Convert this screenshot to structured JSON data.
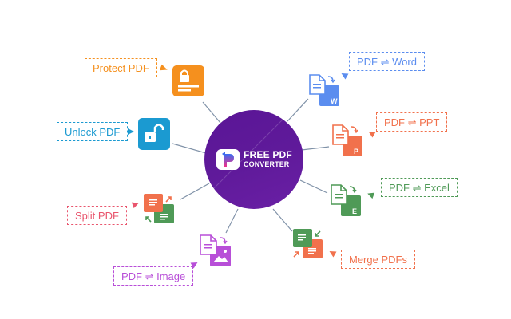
{
  "center": {
    "title_line1": "FREE PDF",
    "title_line2": "CONVERTER",
    "logo_letter": "P",
    "color": "#5b1797"
  },
  "tools": [
    {
      "id": "protect-pdf",
      "label": "Protect PDF",
      "color": "#f5901e",
      "icon": "lock-icon"
    },
    {
      "id": "unlock-pdf",
      "label": "Unlock PDF",
      "color": "#1b9ad1",
      "icon": "unlock-icon"
    },
    {
      "id": "split-pdf",
      "label": "Split PDF",
      "color": "#e9556d",
      "icon": "split-icon"
    },
    {
      "id": "pdf-image",
      "label": "PDF ⇌ Image",
      "color": "#b84fd8",
      "icon": "image-icon"
    },
    {
      "id": "pdf-word",
      "label": "PDF ⇌ Word",
      "color": "#5b8def",
      "icon": "word-icon",
      "badge": "W"
    },
    {
      "id": "pdf-ppt",
      "label": "PDF ⇌ PPT",
      "color": "#f1714c",
      "icon": "ppt-icon",
      "badge": "P"
    },
    {
      "id": "pdf-excel",
      "label": "PDF ⇌ Excel",
      "color": "#4f9a57",
      "icon": "excel-icon",
      "badge": "E"
    },
    {
      "id": "merge-pdfs",
      "label": "Merge PDFs",
      "color": "#f1714c",
      "icon": "merge-icon"
    }
  ]
}
